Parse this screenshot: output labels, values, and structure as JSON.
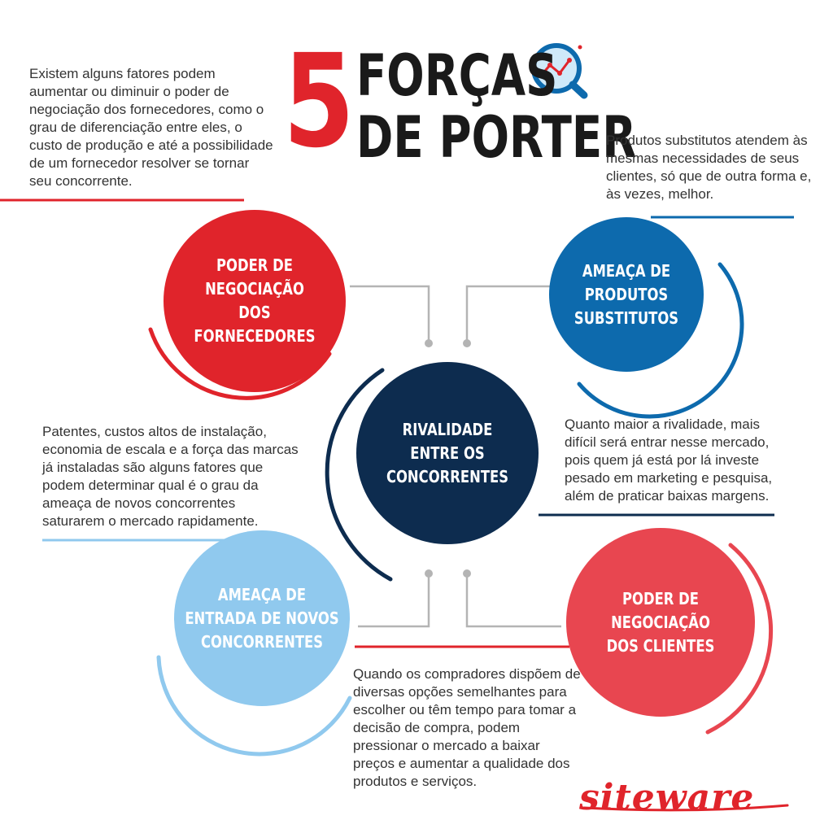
{
  "title": {
    "number": "5",
    "line1": "FORÇAS",
    "line2": "DE PORTER"
  },
  "forces": {
    "supplier": {
      "label": "PODER DE\nNEGOCIAÇÃO\nDOS FORNECEDORES",
      "description": "Existem alguns fatores podem aumentar ou diminuir o poder de negociação dos fornecedores, como o grau de diferenciação entre eles, o custo de produção e até a possibilidade de um fornecedor resolver se tornar seu concorrente."
    },
    "substitutes": {
      "label": "AMEAÇA DE\nPRODUTOS\nSUBSTITUTOS",
      "description": "Produtos substitutos atendem às mesmas necessidades de seus clientes, só que de outra forma e, às vezes, melhor."
    },
    "rivalry": {
      "label": "RIVALIDADE\nENTRE OS\nCONCORRENTES",
      "description": "Quanto maior a rivalidade, mais difícil será entrar nesse mercado, pois quem já está por lá investe pesado em marketing e pesquisa, além de praticar baixas margens."
    },
    "new_entrants": {
      "label": "AMEAÇA DE\nENTRADA DE NOVOS\nCONCORRENTES",
      "description": "Patentes, custos altos de instalação, economia de escala e a força das marcas já instaladas são alguns fatores que podem determinar qual é o grau da ameaça de novos concorrentes saturarem o mercado rapidamente."
    },
    "customers": {
      "label": "PODER DE\nNEGOCIAÇÃO\nDOS CLIENTES",
      "description": "Quando os compradores dispõem de diversas opções semelhantes para escolher ou têm tempo para tomar a decisão de compra, podem pressionar o mercado a baixar preços e aumentar a qualidade dos produtos e serviços."
    }
  },
  "brand": "siteware",
  "icons": {
    "title_icon": "magnifier-chart-icon"
  },
  "colors": {
    "red": "#e0242b",
    "red_light": "#e84650",
    "blue": "#0d6aad",
    "navy": "#0d2c4f",
    "light_blue": "#90c9ee",
    "gray": "#b4b4b4"
  }
}
